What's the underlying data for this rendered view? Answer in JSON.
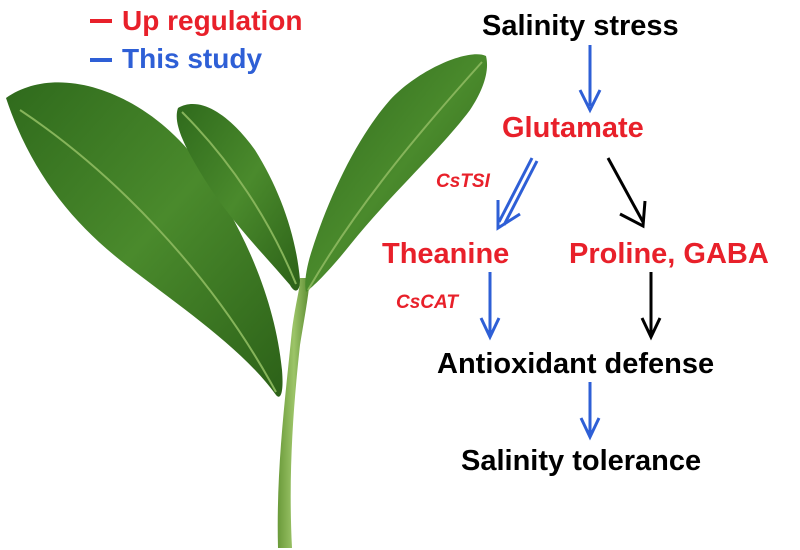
{
  "legend": {
    "up_regulation": "Up regulation",
    "this_study": "This study"
  },
  "nodes": {
    "salinity_stress": "Salinity stress",
    "glutamate": "Glutamate",
    "theanine": "Theanine",
    "proline_gaba": "Proline, GABA",
    "antioxidant_defense": "Antioxidant defense",
    "salinity_tolerance": "Salinity tolerance"
  },
  "genes": {
    "cstsi": "CsTSI",
    "cscat": "CsCAT"
  },
  "colors": {
    "up_regulation": "#e8202a",
    "this_study": "#2e5fd6",
    "default": "#000000",
    "leaf": "#3f7a24"
  }
}
